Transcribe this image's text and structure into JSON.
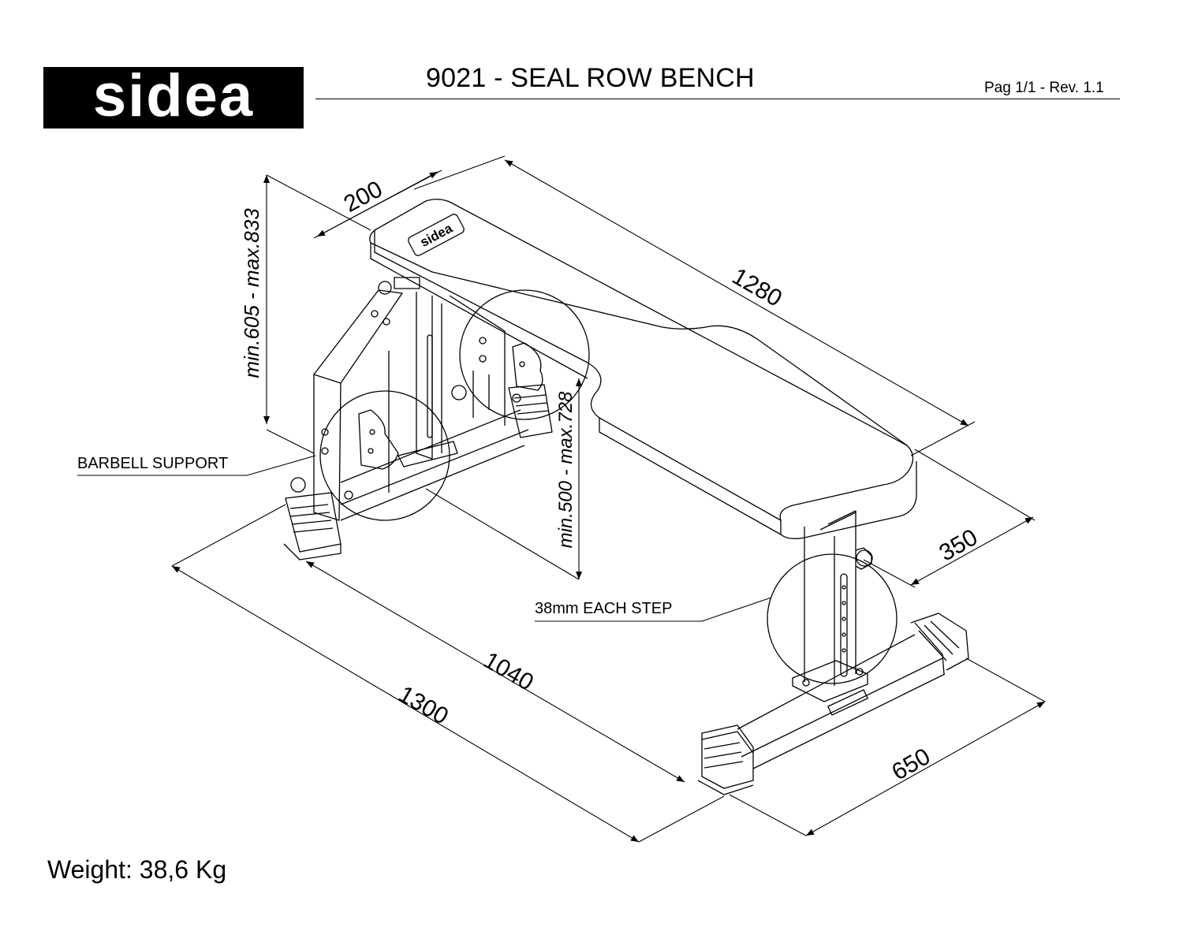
{
  "header": {
    "logo_text": "sidea",
    "title": "9021 - SEAL ROW BENCH",
    "page_info": "Pag 1/1 - Rev. 1.1"
  },
  "dimensions": {
    "seat_width": "200",
    "seat_length": "1280",
    "seat_depth": "350",
    "base_length_inner": "1040",
    "base_length_outer": "1300",
    "base_width": "650",
    "height_front": "min.605 - max.833",
    "height_rear": "min.500 - max.728"
  },
  "callouts": {
    "barbell_support": "BARBELL SUPPORT",
    "step": "38mm EACH STEP"
  },
  "footer": {
    "weight": "Weight: 38,6 Kg"
  },
  "colors": {
    "line": "#000000",
    "background": "#ffffff"
  }
}
